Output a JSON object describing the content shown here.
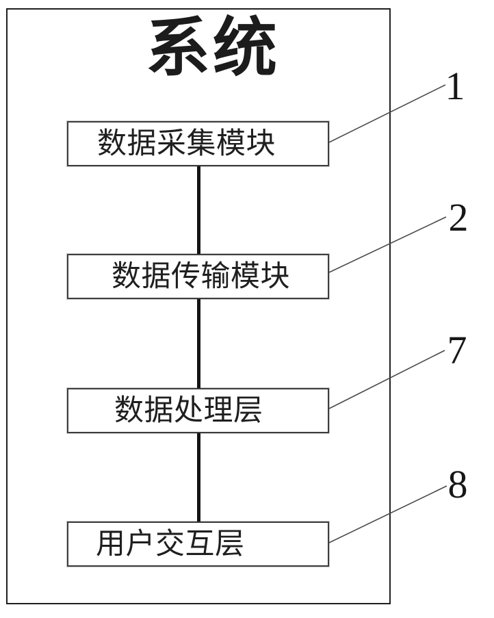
{
  "figure": {
    "title": "系统",
    "modules": [
      {
        "label": "数据采集模块",
        "ref": "1"
      },
      {
        "label": "数据传输模块",
        "ref": "2"
      },
      {
        "label": "数据处理层",
        "ref": "7"
      },
      {
        "label": "用户交互层",
        "ref": "8"
      }
    ]
  },
  "colors": {
    "ink": "#1c1c1c",
    "box_border": "#3d3d3d",
    "connector": "#141414",
    "leader_line": "#4a4a4a",
    "background": "#ffffff"
  }
}
